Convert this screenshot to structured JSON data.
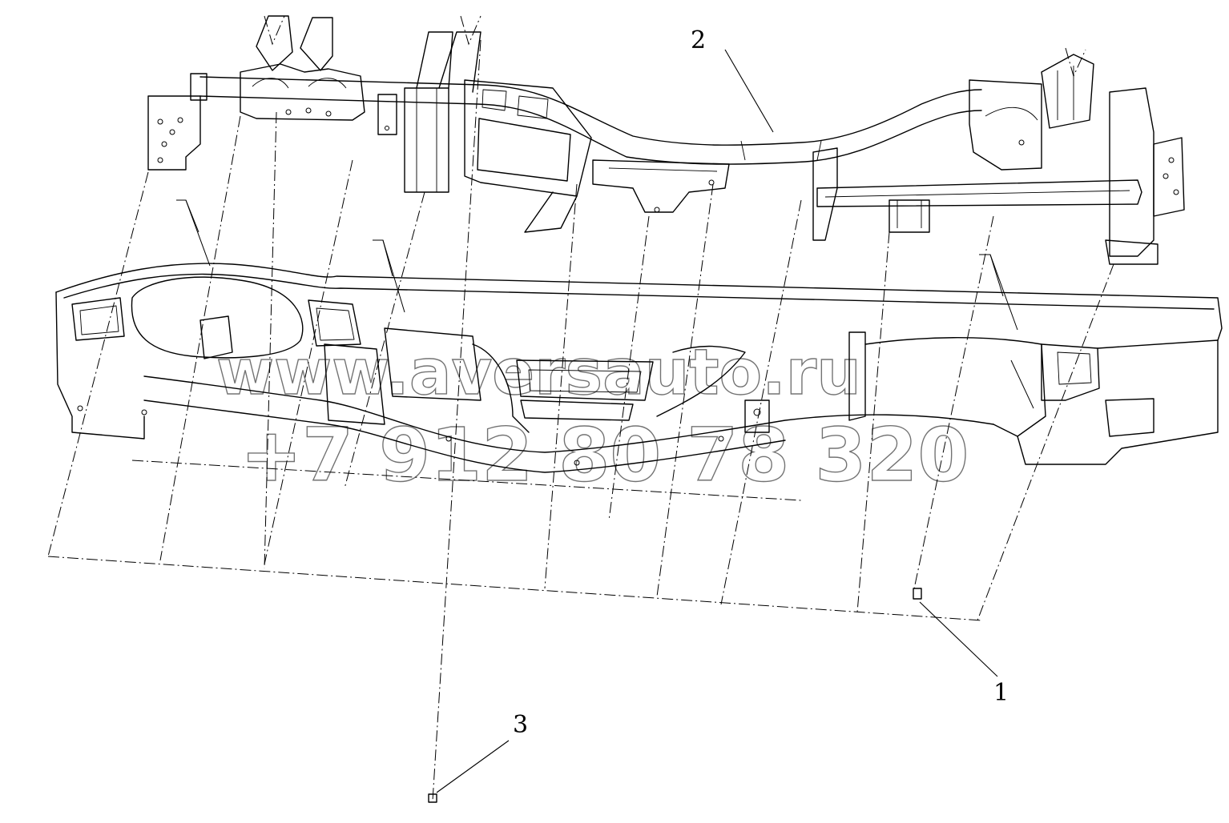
{
  "callouts": {
    "part_1": "1",
    "part_2": "2",
    "part_3": "3"
  },
  "watermark": {
    "site": "www.aversauto.ru",
    "phone": "+7 912 80 78 320"
  },
  "colors": {
    "line": "#000000",
    "background": "#ffffff"
  }
}
